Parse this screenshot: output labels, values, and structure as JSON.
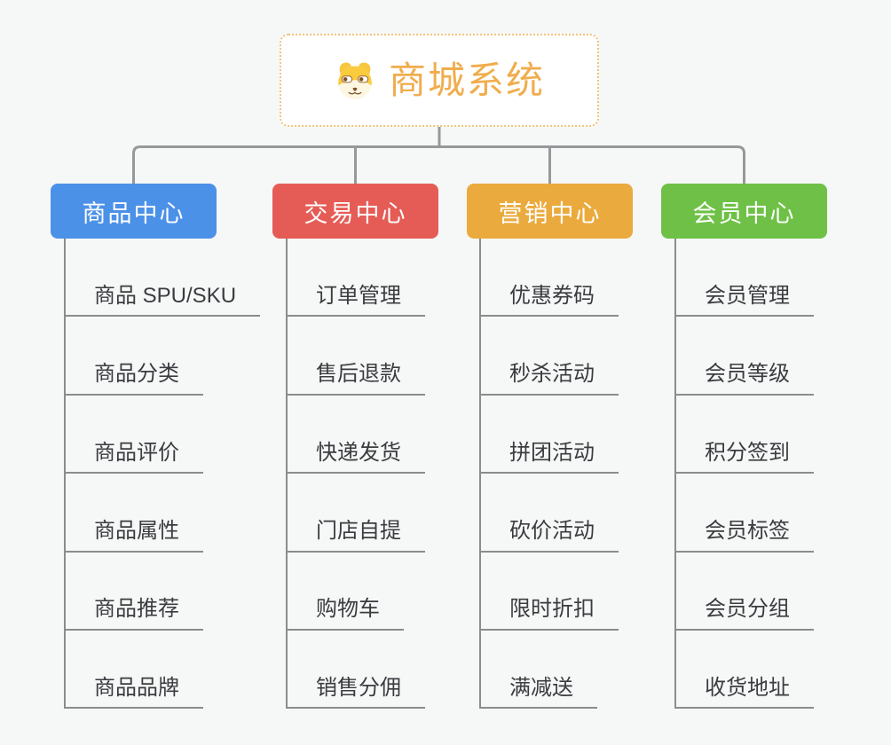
{
  "app": {
    "background_color": "#F6F7F7"
  },
  "root": {
    "label": "商城系统",
    "icon": "dog-face-icon",
    "text_color": "#F0AD4D",
    "border_color": "#F2C377",
    "background": "#FFFFFF"
  },
  "connectors": {
    "color": "#97989A"
  },
  "leaf_style": {
    "text_color": "#3A3C3F",
    "line_color": "#8A8C8E"
  },
  "branches": [
    {
      "label": "商品中心",
      "color": "#4B91E8",
      "children": [
        "商品 SPU/SKU",
        "商品分类",
        "商品评价",
        "商品属性",
        "商品推荐",
        "商品品牌"
      ]
    },
    {
      "label": "交易中心",
      "color": "#E55C56",
      "children": [
        "订单管理",
        "售后退款",
        "快递发货",
        "门店自提",
        "购物车",
        "销售分佣"
      ]
    },
    {
      "label": "营销中心",
      "color": "#EBAA3D",
      "children": [
        "优惠券码",
        "秒杀活动",
        "拼团活动",
        "砍价活动",
        "限时折扣",
        "满减送"
      ]
    },
    {
      "label": "会员中心",
      "color": "#6EC146",
      "children": [
        "会员管理",
        "会员等级",
        "积分签到",
        "会员标签",
        "会员分组",
        "收货地址"
      ]
    }
  ]
}
